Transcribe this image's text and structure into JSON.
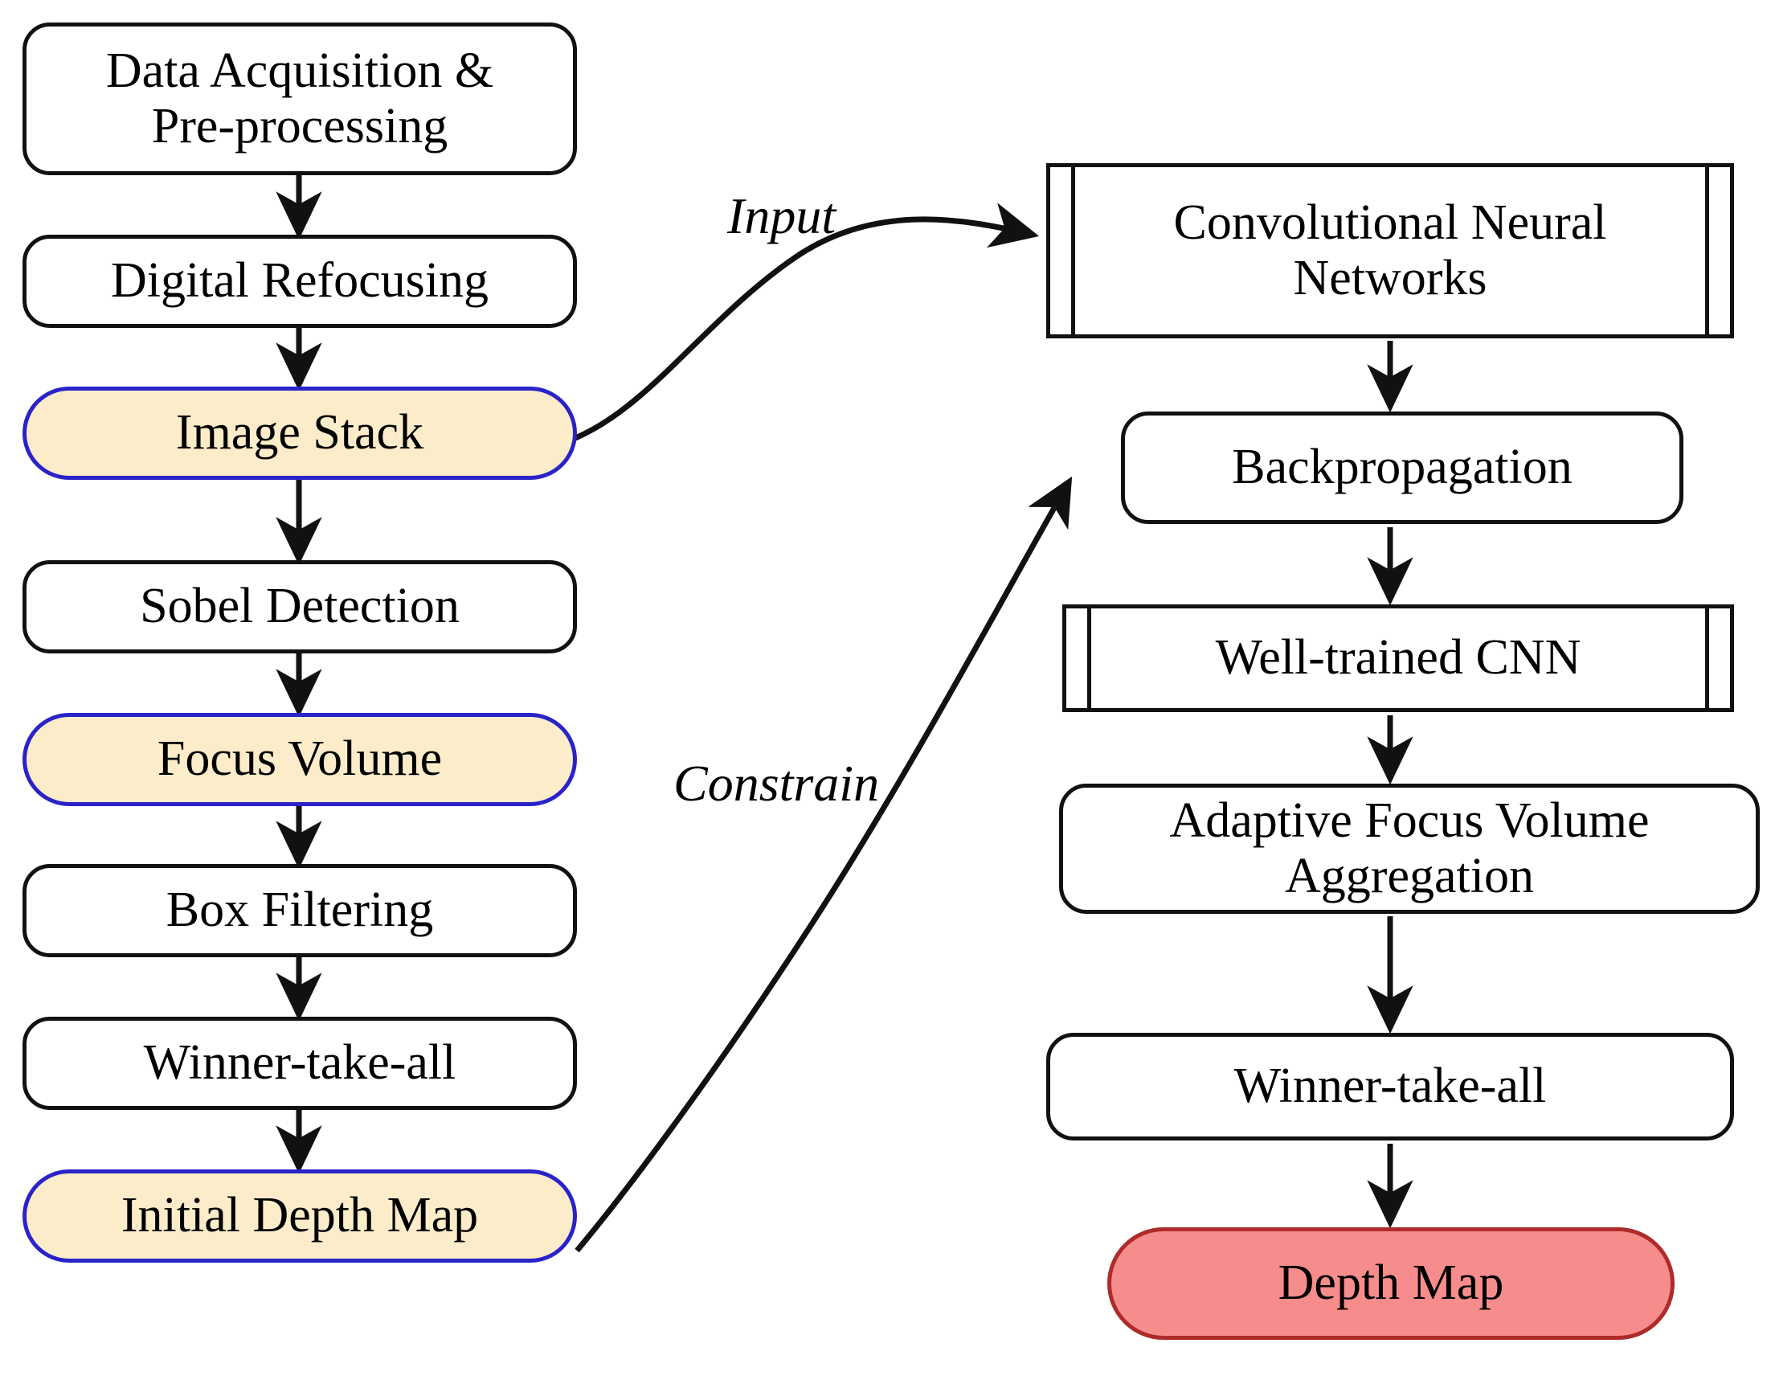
{
  "diagram": {
    "title": "Depth estimation pipeline flowchart",
    "colors": {
      "highlight_fill": "#FCECC9",
      "highlight_border": "#2A23C8",
      "result_fill": "#F78C8C",
      "result_border": "#AF2B2B",
      "stroke": "#111111",
      "background": "#FFFFFF"
    }
  },
  "left_column": {
    "nodes": [
      {
        "id": "data-acquisition",
        "label": "Data Acquisition &\nPre-processing",
        "shape": "process"
      },
      {
        "id": "digital-refocusing",
        "label": "Digital Refocusing",
        "shape": "process"
      },
      {
        "id": "image-stack",
        "label": "Image Stack",
        "shape": "terminal-highlight"
      },
      {
        "id": "sobel-detection",
        "label": "Sobel Detection",
        "shape": "process"
      },
      {
        "id": "focus-volume",
        "label": "Focus Volume",
        "shape": "terminal-highlight"
      },
      {
        "id": "box-filtering",
        "label": "Box Filtering",
        "shape": "process"
      },
      {
        "id": "winner-take-all-left",
        "label": "Winner-take-all",
        "shape": "process"
      },
      {
        "id": "initial-depth-map",
        "label": "Initial Depth Map",
        "shape": "terminal-highlight"
      }
    ]
  },
  "right_column": {
    "nodes": [
      {
        "id": "convolutional-neural-networks",
        "label": "Convolutional Neural\nNetworks",
        "shape": "predefined-process"
      },
      {
        "id": "backpropagation",
        "label": "Backpropagation",
        "shape": "process"
      },
      {
        "id": "well-trained-cnn",
        "label": "Well-trained CNN",
        "shape": "predefined-process"
      },
      {
        "id": "adaptive-focus-volume-aggregation",
        "label": "Adaptive Focus Volume\nAggregation",
        "shape": "process"
      },
      {
        "id": "winner-take-all-right",
        "label": "Winner-take-all",
        "shape": "process"
      },
      {
        "id": "depth-map",
        "label": "Depth Map",
        "shape": "terminal-result"
      }
    ]
  },
  "cross_edges": [
    {
      "id": "input-edge",
      "label": "Input",
      "from": "image-stack",
      "to": "convolutional-neural-networks"
    },
    {
      "id": "constrain-edge",
      "label": "Constrain",
      "from": "initial-depth-map",
      "to": "backpropagation"
    }
  ]
}
